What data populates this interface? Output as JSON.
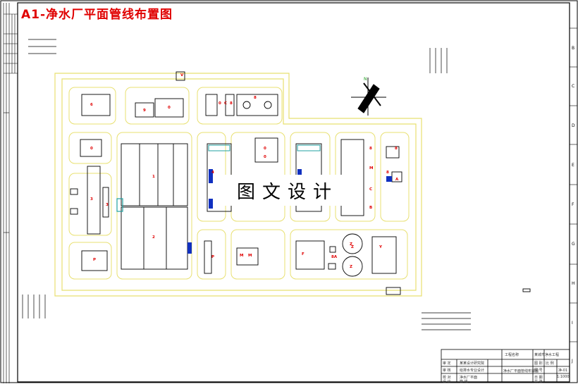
{
  "title": "A1-净水厂平面管线布置图",
  "watermark": "图文设计",
  "sheet_zone_letters": [
    "B",
    "C",
    "D",
    "E",
    "F",
    "G",
    "H",
    "I",
    "J"
  ],
  "title_block": {
    "project_label": "工程名称",
    "project_name": "某城市净水工程",
    "drawing_title": "净水厂平面管线布置图",
    "scale_label": "比 例",
    "scale_value": "1:1000",
    "drawing_no": "净-01",
    "roles": [
      "审 定",
      "审 核",
      "校 对",
      "设 计"
    ],
    "names": [
      "某某设计研究院",
      "给排水专业设计",
      "净水厂平面",
      "管 线"
    ],
    "info": [
      "图 别",
      "图 号",
      "日 期",
      "共 张"
    ]
  },
  "north_arrow_label": "N",
  "unit_labels": [
    "6",
    "9",
    "0",
    "0",
    "8",
    "8",
    "0",
    "0",
    "0",
    "1",
    "2",
    "3",
    "3",
    "4",
    "P",
    "P",
    "M",
    "M",
    "F",
    "Z",
    "Z",
    "Z",
    "Y",
    "8A",
    "A",
    "8",
    "8",
    "8",
    "M",
    "V",
    "C",
    "C",
    "B"
  ],
  "colors": {
    "road": "#e8e070",
    "border": "#000000",
    "title": "#e00000",
    "pipe_teal": "#20a0a0",
    "pipe_blue": "#1030c0",
    "label_red": "#e00000"
  }
}
